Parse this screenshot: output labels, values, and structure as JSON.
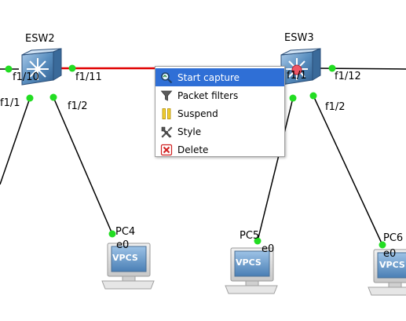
{
  "devices": {
    "esw2": {
      "name": "ESW2"
    },
    "esw3": {
      "name": "ESW3"
    },
    "pc4": {
      "name": "PC4",
      "port": "e0",
      "badge": "VPCS"
    },
    "pc5": {
      "name": "PC5",
      "port": "e0",
      "badge": "VPCS"
    },
    "pc6": {
      "name": "PC6",
      "port": "e0",
      "badge": "VPCS"
    }
  },
  "ports": {
    "esw2_f1_10": "f1/10",
    "esw2_f1_11": "f1/11",
    "esw2_f1_1": "f1/1",
    "esw2_f1_2": "f1/2",
    "esw3_f1_1": "f1/1",
    "esw3_f1_12": "f1/12",
    "esw3_f1_2": "f1/2"
  },
  "context_menu": {
    "items": [
      {
        "label": "Start capture",
        "icon": "magnifier-capture-icon",
        "active": true
      },
      {
        "label": "Packet filters",
        "icon": "funnel-filter-icon",
        "active": false
      },
      {
        "label": "Suspend",
        "icon": "pause-icon",
        "active": false
      },
      {
        "label": "Style",
        "icon": "style-tools-icon",
        "active": false
      },
      {
        "label": "Delete",
        "icon": "delete-x-icon",
        "active": false
      }
    ]
  },
  "colors": {
    "selected_link": "#e00000",
    "link": "#000000",
    "port_up": "#22dd22",
    "menu_highlight": "#2f6fd6",
    "switch_body": "#5a8fc0"
  }
}
